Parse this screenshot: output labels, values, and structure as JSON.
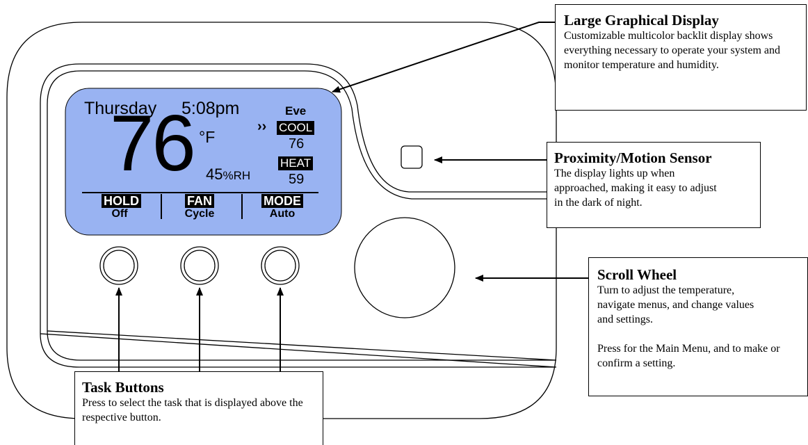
{
  "lcd": {
    "day": "Thursday",
    "time": "5:08pm",
    "period": "Eve",
    "temperature": "76",
    "unit": "°F",
    "humidity_value": "45",
    "humidity_unit": "%RH",
    "cool_arrows": "››",
    "cool_label": "COOL",
    "cool_setpoint": "76",
    "heat_label": "HEAT",
    "heat_setpoint": "59",
    "tabs": [
      {
        "label": "HOLD",
        "value": "Off"
      },
      {
        "label": "FAN",
        "value": "Cycle"
      },
      {
        "label": "MODE",
        "value": "Auto"
      }
    ],
    "backlight_color": "#99b3f2"
  },
  "callouts": {
    "display": {
      "title": "Large Graphical Display",
      "body": "Customizable multicolor backlit display shows everything necessary to operate your system and monitor temperature and humidity."
    },
    "sensor": {
      "title": "Proximity/Motion Sensor",
      "body": "The display lights up when approached, making it easy to adjust in the dark of night."
    },
    "wheel": {
      "title": "Scroll Wheel",
      "body1": "Turn to adjust the temperature, navigate menus, and change values and settings.",
      "body2": "Press for the Main Menu, and to make or confirm a setting."
    },
    "buttons": {
      "title": "Task Buttons",
      "body": "Press to select the task that is displayed above the respective button."
    }
  }
}
